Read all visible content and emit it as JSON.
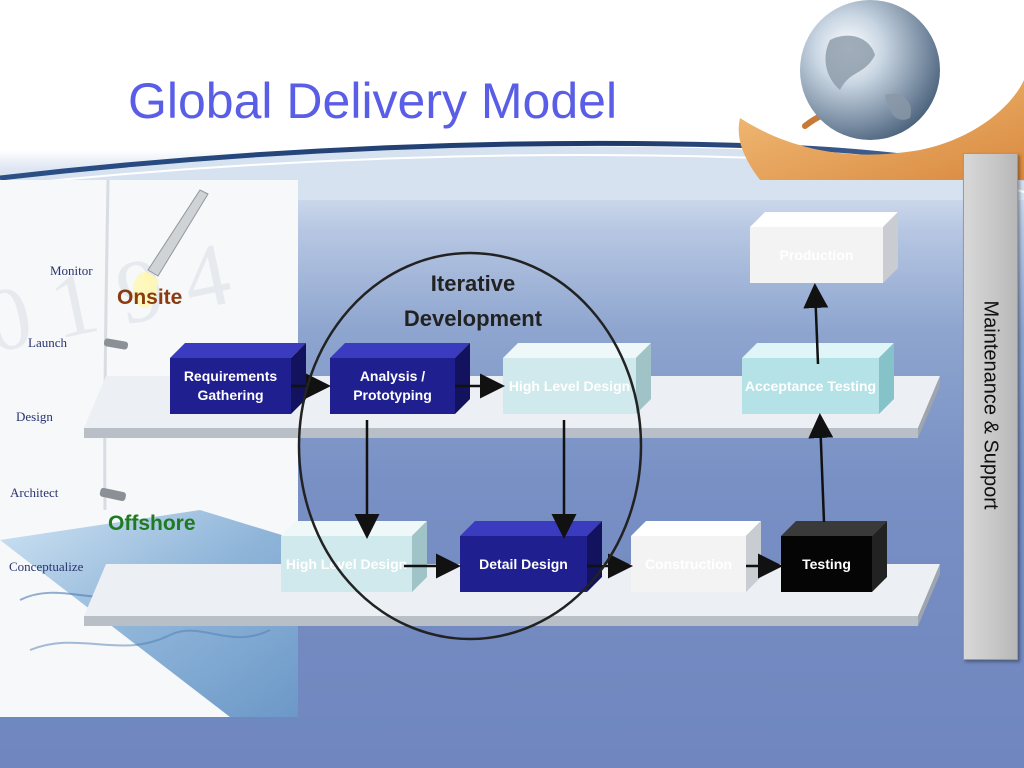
{
  "slide": {
    "title": "Global Delivery Model",
    "sidebar_label": "Maintenance & Support",
    "iterative_label_line1": "Iterative",
    "iterative_label_line2": "Development"
  },
  "left_panel": {
    "scale_labels": [
      "Monitor",
      "Launch",
      "Design",
      "Architect",
      "Conceptualize"
    ],
    "onsite_label": "Onsite",
    "offshore_label": "Offshore"
  },
  "onsite_row": [
    {
      "label": "Requirements Gathering"
    },
    {
      "label": "Analysis / Prototyping"
    },
    {
      "label": "High Level Design"
    },
    {
      "label": "Acceptance Testing"
    }
  ],
  "production_box": {
    "label": "Production"
  },
  "offshore_row": [
    {
      "label": "High Level Design"
    },
    {
      "label": "Detail Design"
    },
    {
      "label": "Construction"
    },
    {
      "label": "Testing"
    }
  ],
  "colors": {
    "title": "#5a5ee6",
    "dark_blue_box": "#1f1f8f",
    "light_box": "#dff2f4",
    "white_box": "#f4f4f4",
    "black_box": "#050505",
    "onsite_label": "#8a3b10",
    "offshore_label": "#1f7a22"
  }
}
